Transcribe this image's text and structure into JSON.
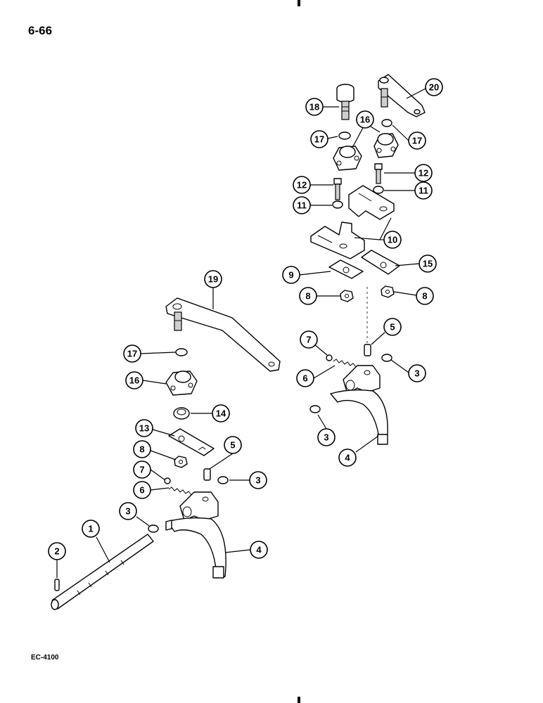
{
  "page": {
    "number": "6-66",
    "ref_code": "EC-4100"
  },
  "callouts": [
    {
      "id": "c20",
      "label": "20"
    },
    {
      "id": "c18",
      "label": "18"
    },
    {
      "id": "c16a",
      "label": "16"
    },
    {
      "id": "c17a",
      "label": "17"
    },
    {
      "id": "c17b",
      "label": "17"
    },
    {
      "id": "c12a",
      "label": "12"
    },
    {
      "id": "c12b",
      "label": "12"
    },
    {
      "id": "c11a",
      "label": "11"
    },
    {
      "id": "c11b",
      "label": "11"
    },
    {
      "id": "c10",
      "label": "10"
    },
    {
      "id": "c9",
      "label": "9"
    },
    {
      "id": "c15",
      "label": "15"
    },
    {
      "id": "c8a",
      "label": "8"
    },
    {
      "id": "c8b",
      "label": "8"
    },
    {
      "id": "c19",
      "label": "19"
    },
    {
      "id": "c5a",
      "label": "5"
    },
    {
      "id": "c7a",
      "label": "7"
    },
    {
      "id": "c3a",
      "label": "3"
    },
    {
      "id": "c6a",
      "label": "6"
    },
    {
      "id": "c17c",
      "label": "17"
    },
    {
      "id": "c16b",
      "label": "16"
    },
    {
      "id": "c3b",
      "label": "3"
    },
    {
      "id": "c4a",
      "label": "4"
    },
    {
      "id": "c14",
      "label": "14"
    },
    {
      "id": "c13",
      "label": "13"
    },
    {
      "id": "c8c",
      "label": "8"
    },
    {
      "id": "c5b",
      "label": "5"
    },
    {
      "id": "c7b",
      "label": "7"
    },
    {
      "id": "c3c",
      "label": "3"
    },
    {
      "id": "c6b",
      "label": "6"
    },
    {
      "id": "c3d",
      "label": "3"
    },
    {
      "id": "c1",
      "label": "1"
    },
    {
      "id": "c4b",
      "label": "4"
    },
    {
      "id": "c2",
      "label": "2"
    }
  ]
}
